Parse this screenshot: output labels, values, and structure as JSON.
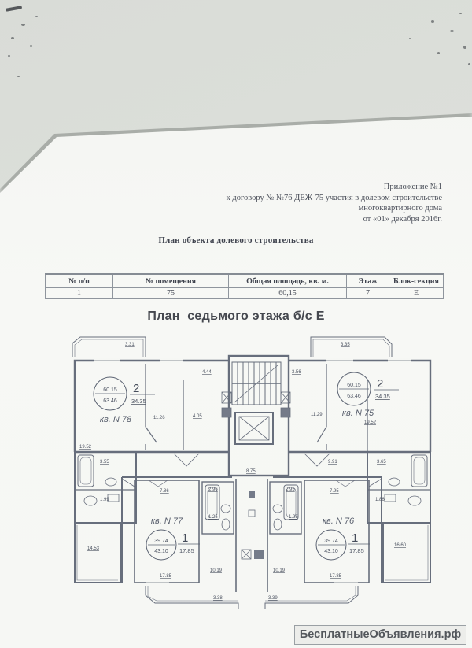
{
  "document": {
    "header_lines": [
      "Приложение №1",
      "к договору № №76 ДЕЖ-75 участия в долевом строительстве",
      "многоквартирного дома",
      "от «01» декабря 2016г."
    ],
    "subtitle": "План объекта долевого строительства"
  },
  "table": {
    "headers": [
      "№ п/п",
      "№ помещения",
      "Общая площадь, кв. м.",
      "Этаж",
      "Блок-секция"
    ],
    "row": [
      "1",
      "75",
      "60,15",
      "7",
      "Е"
    ]
  },
  "plan": {
    "title": "План  седьмого этажа б/с Е",
    "apartments": {
      "a78": {
        "label": "кв. N 78",
        "area_total": "60.15",
        "area_paid": "63.46",
        "rooms": "2",
        "living": "34.35"
      },
      "a75": {
        "label": "кв. N 75",
        "area_total": "60.15",
        "area_paid": "63.46",
        "rooms": "2",
        "living": "34.35"
      },
      "a77": {
        "label": "кв. N 77",
        "area_total": "39.74",
        "area_paid": "43.10",
        "rooms": "1",
        "living": "17.85"
      },
      "a76": {
        "label": "кв. N 76",
        "area_total": "39.74",
        "area_paid": "43.10",
        "rooms": "1",
        "living": "17.85"
      }
    },
    "dims": {
      "balcony_tl": "3.31",
      "balcony_tr": "3.35",
      "stair_w": "4.44",
      "stair_d": "3.56",
      "room78": "19.52",
      "hall78": "11.26",
      "entry78": "4.05",
      "bath_l": "3.55",
      "wc_l": "1.99",
      "strip_l": "14.53",
      "room75": "19.52",
      "hall75": "11.29",
      "side_r": "9.91",
      "bath_r": "3.65",
      "wc_r": "1.86",
      "strip_r": "16.60",
      "corridor": "8.75",
      "room77_w": "7.86",
      "room76_w": "7.95",
      "room_bottom": "17.85",
      "bath_c_l": "2.96",
      "bath_c_r": "2.95",
      "wc_c": "1.25",
      "hall_b": "10.19",
      "balcony_bl": "3.38",
      "balcony_br": "3.39"
    }
  },
  "watermark": "БесплатныеОбъявления.рф",
  "colors": {
    "scan_background": "#d9dcd7",
    "paper": "#f7f8f5",
    "ink": "#4a4e59",
    "plan_line": "#5b6372",
    "watermark_bg": "#ecedea"
  }
}
